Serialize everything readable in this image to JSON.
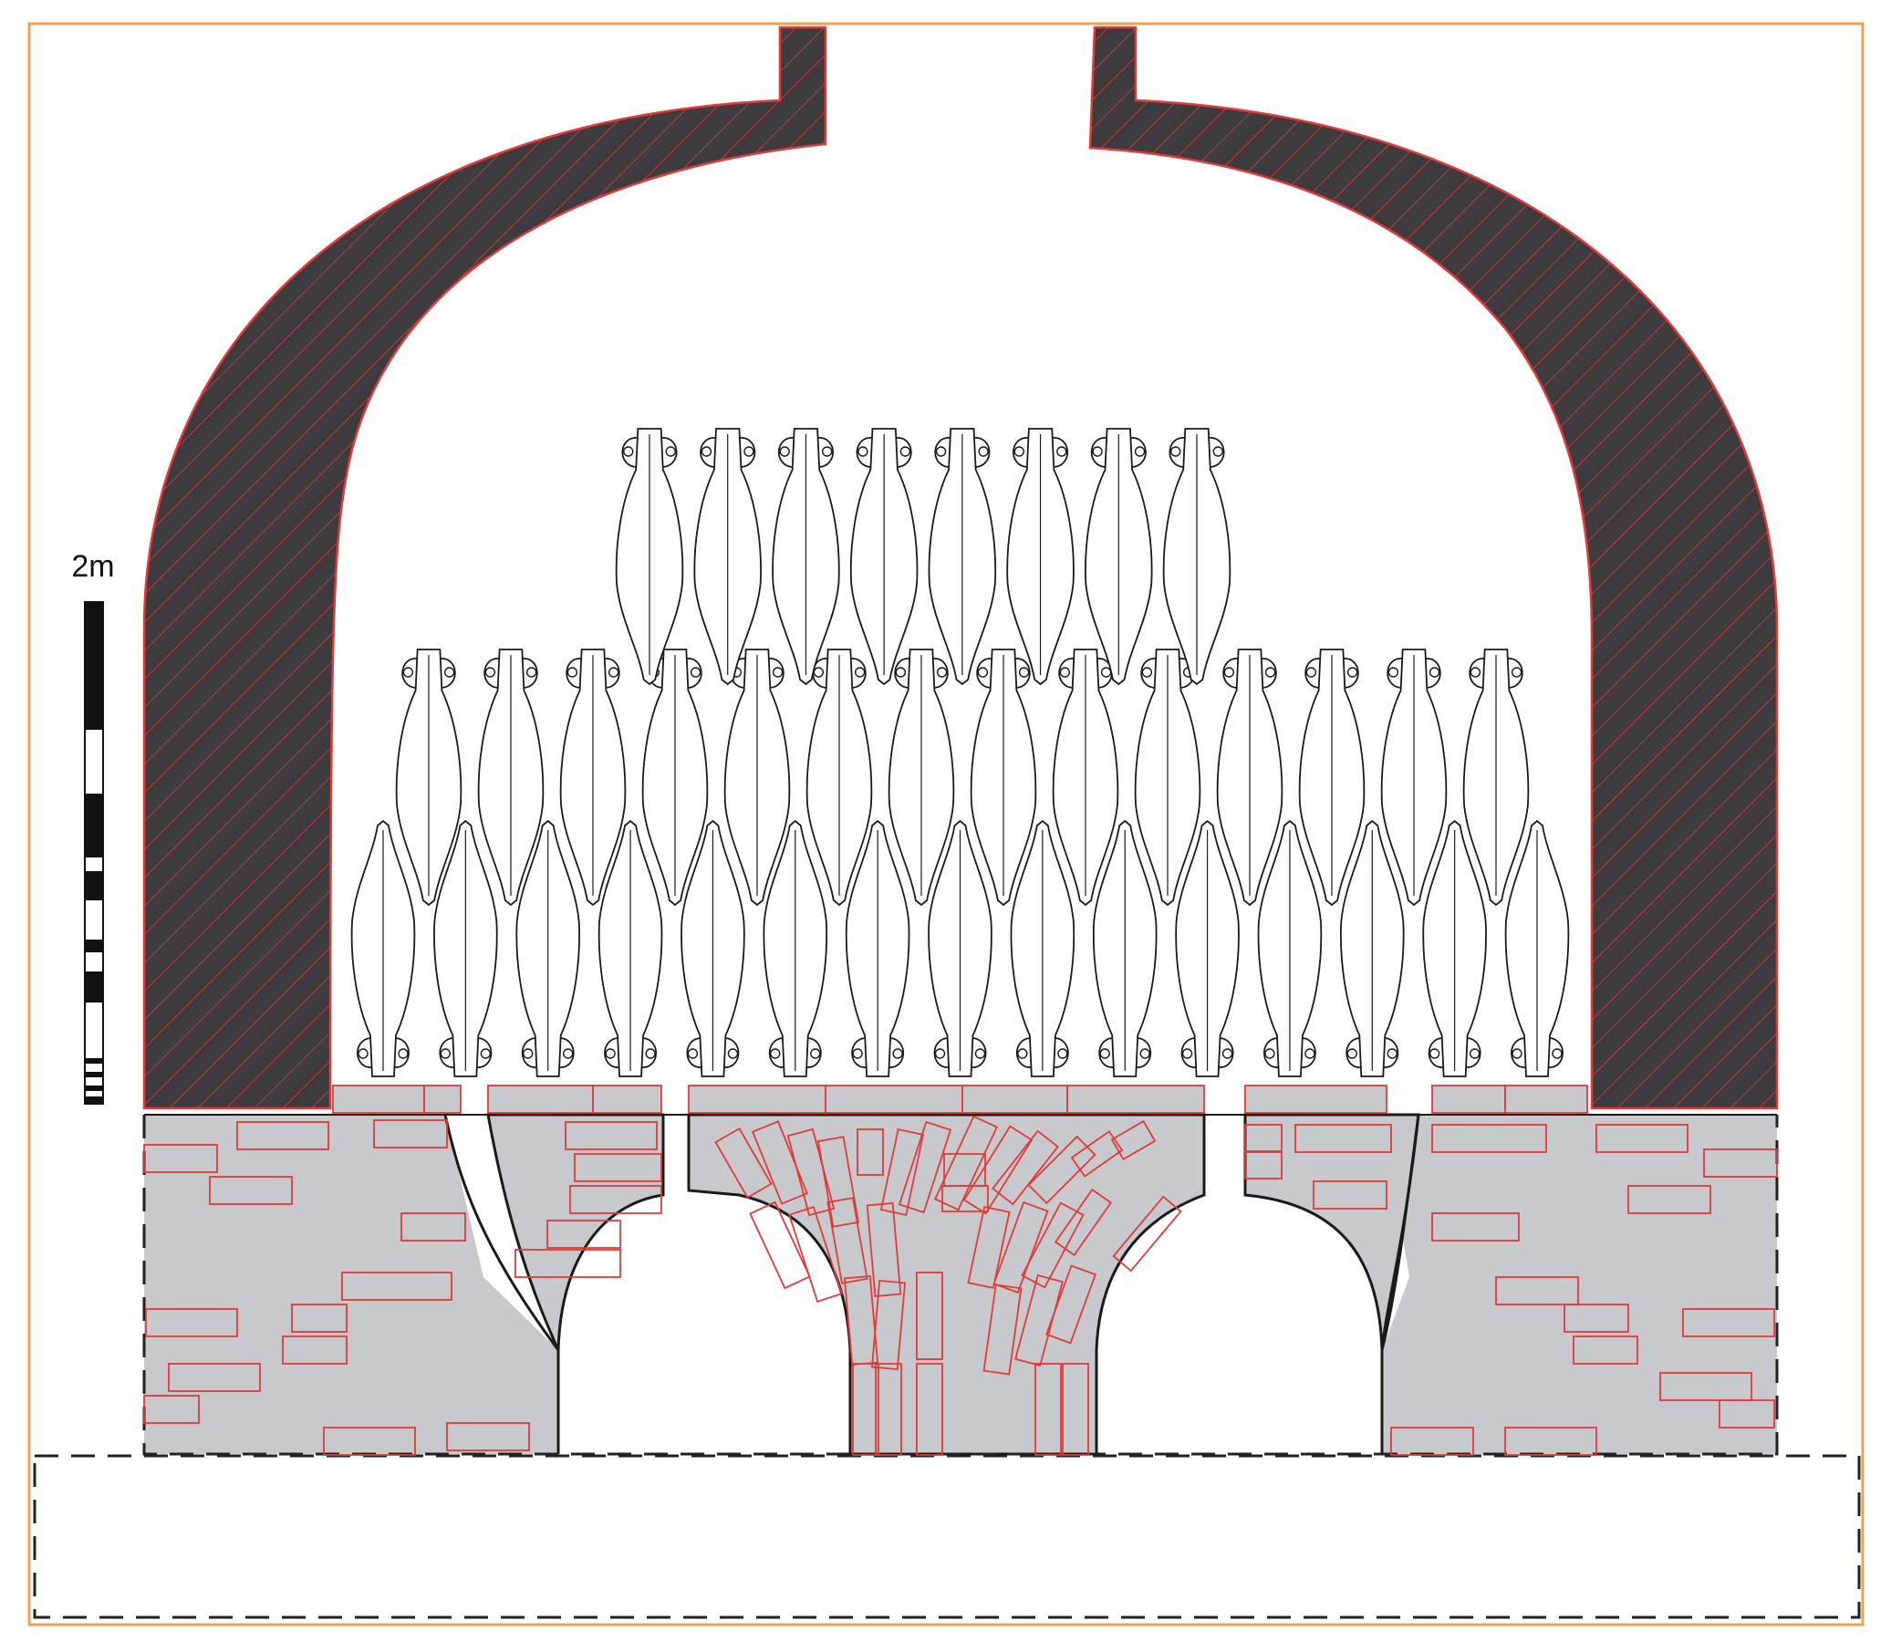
{
  "scale": {
    "label": "2m",
    "meters": 2
  },
  "colors": {
    "frame": "#f0a050",
    "dome_fill": "#3d3b3e",
    "dome_hatch": "#e03a3a",
    "brick_stroke": "#e03a3a",
    "substructure_fill": "#c8c9cc",
    "outline": "#1a1a1a"
  },
  "load": {
    "top_row_count": 8,
    "middle_row_count": 14,
    "bottom_row_count": 15,
    "vessel_type": "amphora"
  }
}
